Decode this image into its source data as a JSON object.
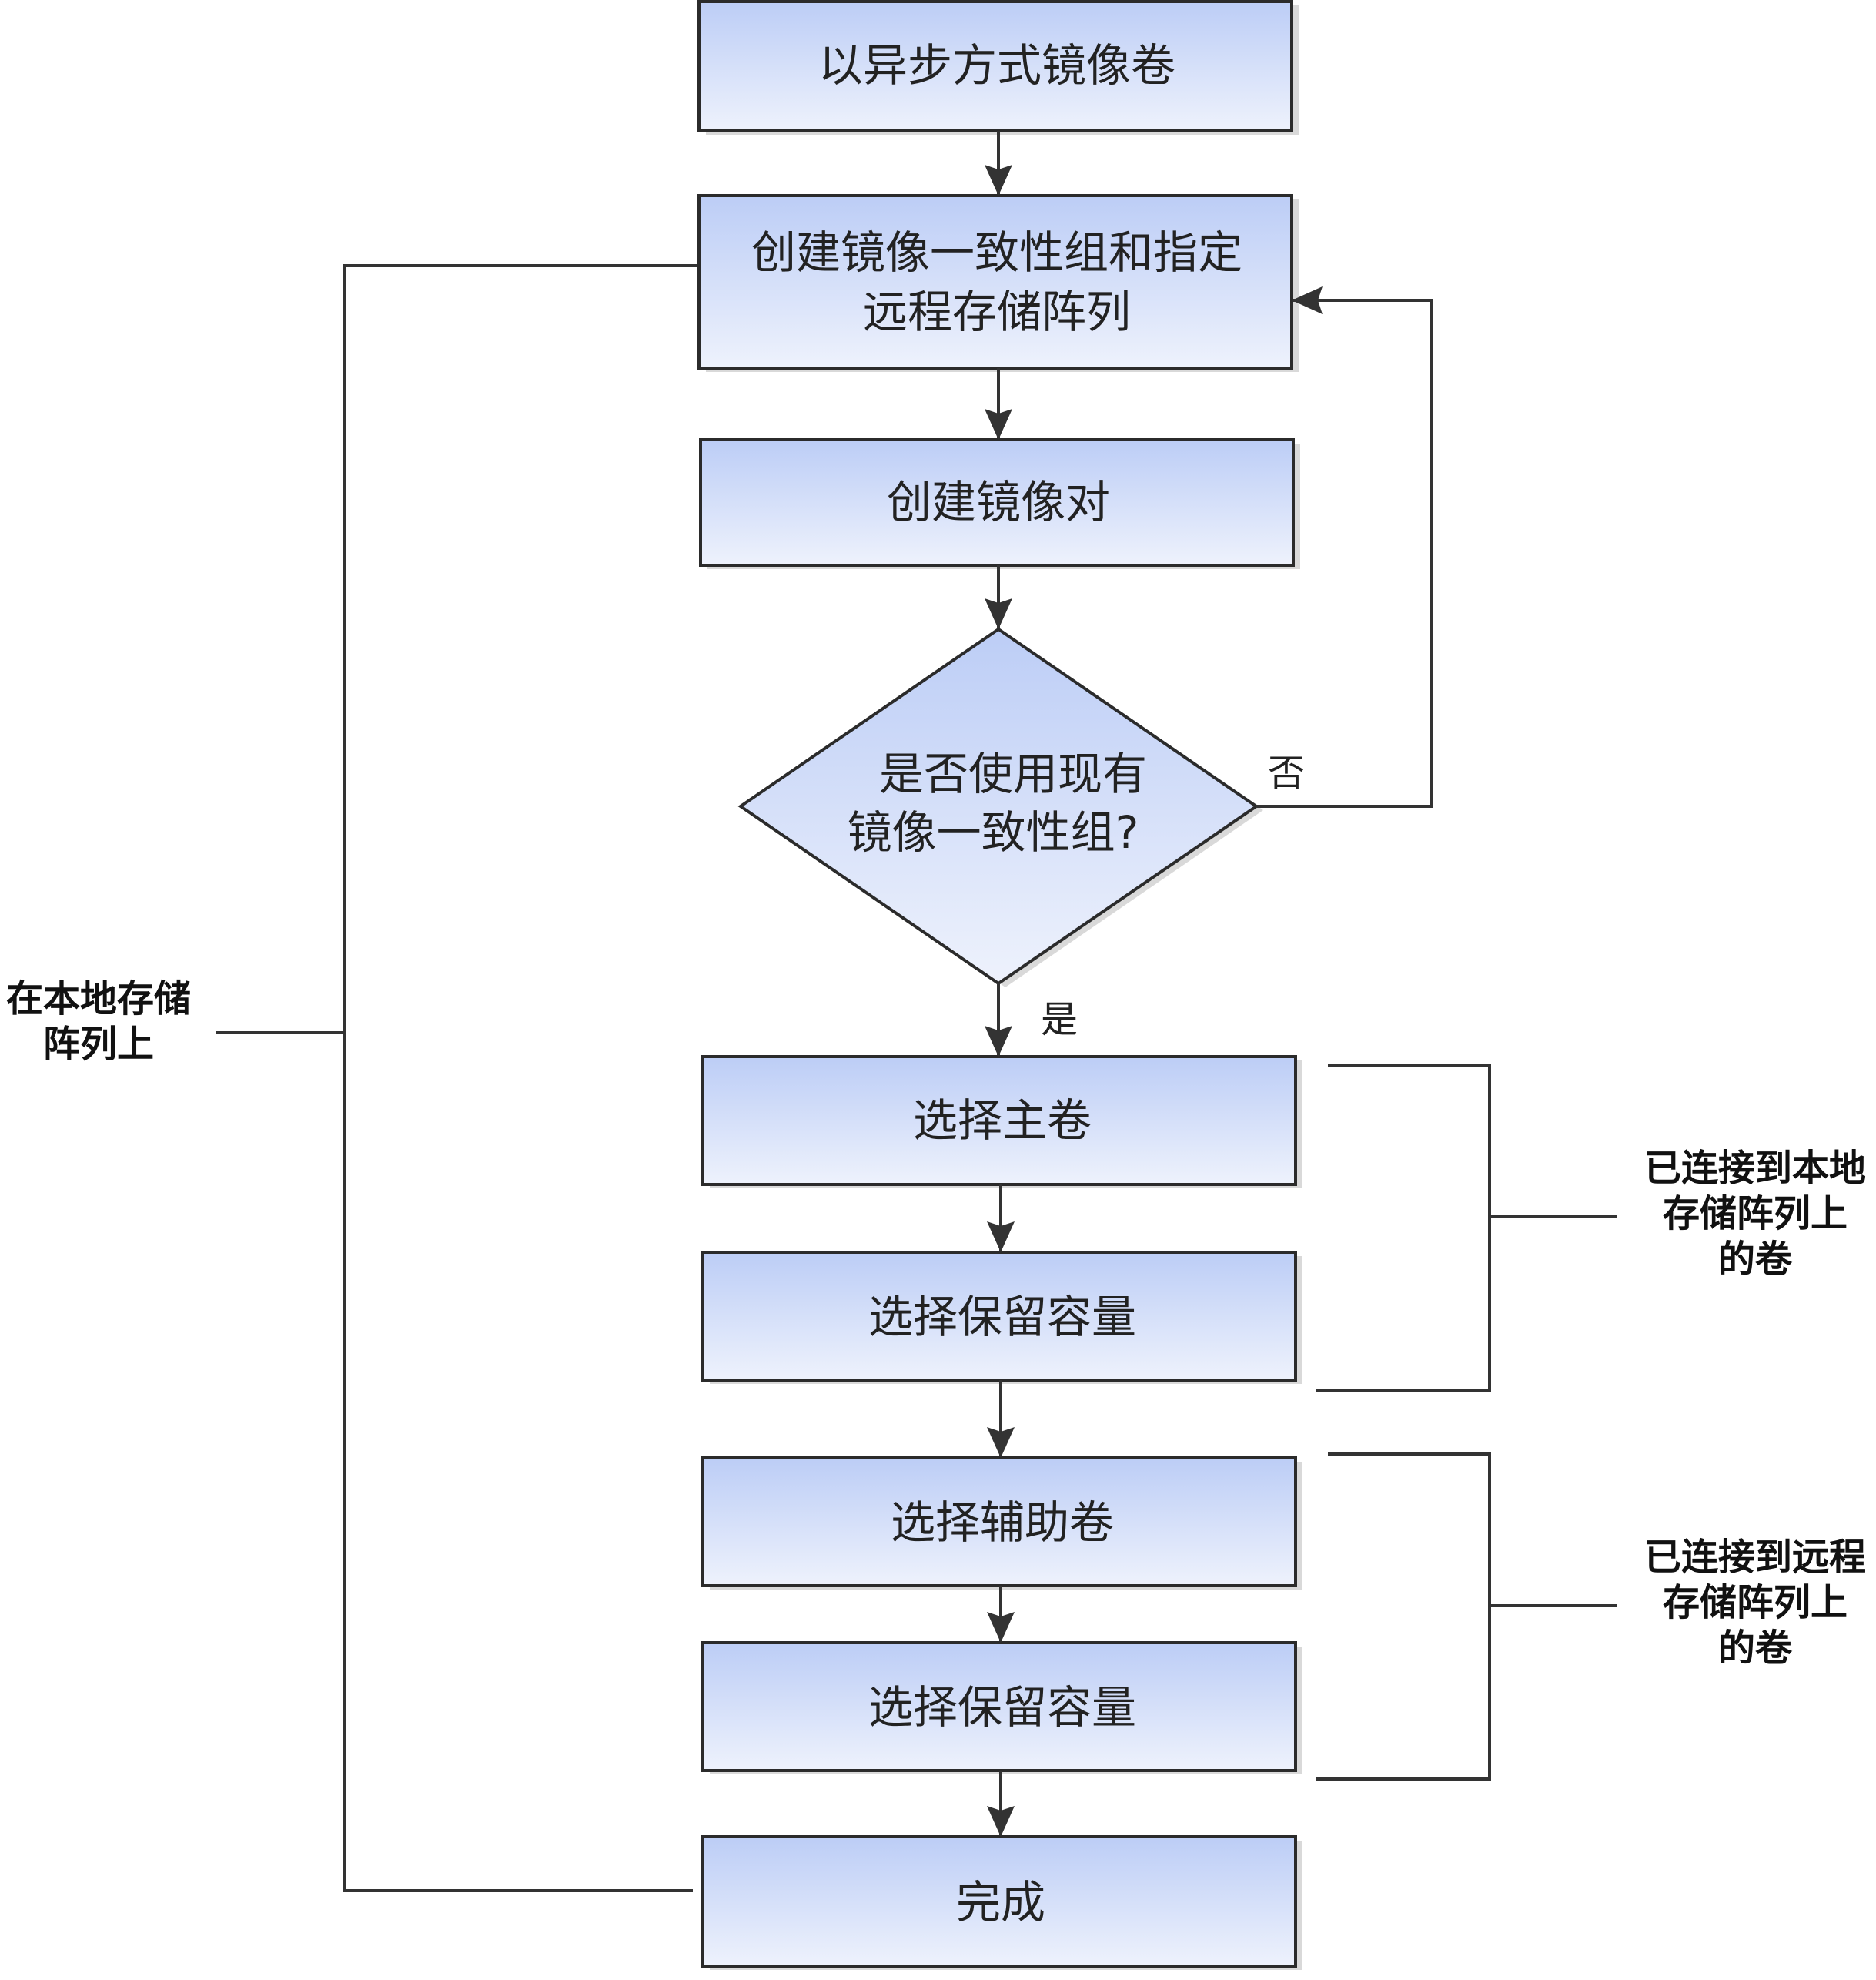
{
  "diagram": {
    "nodes": {
      "start": {
        "lines": [
          "以异步方式镜像卷"
        ]
      },
      "create_group": {
        "lines": [
          "创建镜像一致性组和指定",
          "远程存储阵列"
        ]
      },
      "create_pair": {
        "lines": [
          "创建镜像对"
        ]
      },
      "decision": {
        "lines": [
          "是否使用现有",
          "镜像一致性组?"
        ]
      },
      "select_primary": {
        "lines": [
          "选择主卷"
        ]
      },
      "reserve_1": {
        "lines": [
          "选择保留容量"
        ]
      },
      "select_secondary": {
        "lines": [
          "选择辅助卷"
        ]
      },
      "reserve_2": {
        "lines": [
          "选择保留容量"
        ]
      },
      "done": {
        "lines": [
          "完成"
        ]
      }
    },
    "branches": {
      "no": "否",
      "yes": "是"
    },
    "annotations": {
      "local_array": [
        "在本地存储",
        "阵列上"
      ],
      "local_volumes": [
        "已连接到本地",
        "存储阵列上",
        "的卷"
      ],
      "remote_volumes": [
        "已连接到远程",
        "存储阵列上",
        "的卷"
      ]
    },
    "colors": {
      "box_top": "#bccdf6",
      "box_bottom": "#eef2fc",
      "stroke": "#2b2b2b",
      "line": "#333333",
      "background": "#ffffff"
    }
  }
}
